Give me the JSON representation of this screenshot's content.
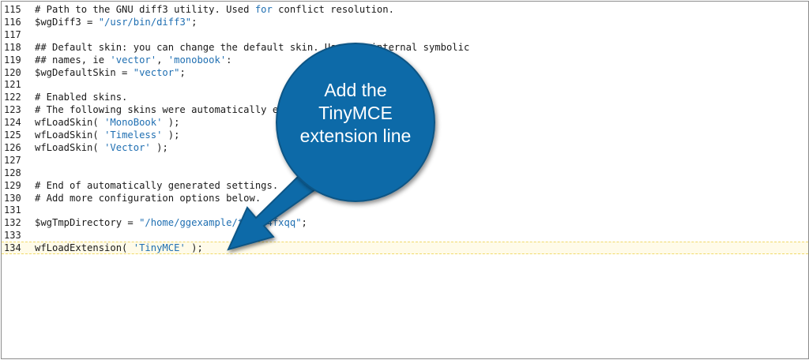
{
  "editor": {
    "lines": [
      {
        "num": "115",
        "parts": [
          {
            "t": "# Path to the GNU diff3 utility. Used "
          },
          {
            "t": "for",
            "c": "kw"
          },
          {
            "t": " conflict resolution."
          }
        ]
      },
      {
        "num": "116",
        "parts": [
          {
            "t": "$wgDiff3 = "
          },
          {
            "t": "\"/usr/bin/diff3\"",
            "c": "str"
          },
          {
            "t": ";"
          }
        ]
      },
      {
        "num": "117",
        "parts": []
      },
      {
        "num": "118",
        "parts": [
          {
            "t": "## Default skin: you can change the default skin. Use the internal symbolic"
          }
        ]
      },
      {
        "num": "119",
        "parts": [
          {
            "t": "## names, ie "
          },
          {
            "t": "'vector'",
            "c": "str"
          },
          {
            "t": ", "
          },
          {
            "t": "'monobook'",
            "c": "str"
          },
          {
            "t": ":"
          }
        ]
      },
      {
        "num": "120",
        "parts": [
          {
            "t": "$wgDefaultSkin = "
          },
          {
            "t": "\"vector\"",
            "c": "str"
          },
          {
            "t": ";"
          }
        ]
      },
      {
        "num": "121",
        "parts": []
      },
      {
        "num": "122",
        "parts": [
          {
            "t": "# Enabled skins."
          }
        ]
      },
      {
        "num": "123",
        "parts": [
          {
            "t": "# The following skins were automatically enabled:"
          }
        ]
      },
      {
        "num": "124",
        "parts": [
          {
            "t": "wfLoadSkin( "
          },
          {
            "t": "'MonoBook'",
            "c": "str"
          },
          {
            "t": " );"
          }
        ]
      },
      {
        "num": "125",
        "parts": [
          {
            "t": "wfLoadSkin( "
          },
          {
            "t": "'Timeless'",
            "c": "str"
          },
          {
            "t": " );"
          }
        ]
      },
      {
        "num": "126",
        "parts": [
          {
            "t": "wfLoadSkin( "
          },
          {
            "t": "'Vector'",
            "c": "str"
          },
          {
            "t": " );"
          }
        ]
      },
      {
        "num": "127",
        "parts": []
      },
      {
        "num": "128",
        "parts": []
      },
      {
        "num": "129",
        "parts": [
          {
            "t": "# End of automatically generated settings."
          }
        ]
      },
      {
        "num": "130",
        "parts": [
          {
            "t": "# Add more configuration options below."
          }
        ]
      },
      {
        "num": "131",
        "parts": []
      },
      {
        "num": "132",
        "parts": [
          {
            "t": "$wgTmpDirectory = "
          },
          {
            "t": "\"/home/ggexample/tmp_w4fxqq\"",
            "c": "str"
          },
          {
            "t": ";"
          }
        ]
      },
      {
        "num": "133",
        "parts": []
      },
      {
        "num": "134",
        "parts": [
          {
            "t": "wfLoadExtension( "
          },
          {
            "t": "'TinyMCE'",
            "c": "str"
          },
          {
            "t": " );"
          }
        ],
        "active": true
      }
    ]
  },
  "callout": {
    "text": "Add the TinyMCE extension line",
    "fill_color": "#0e6ba8",
    "stroke_color": "#0b5585"
  },
  "colors": {
    "string": "#1f6fb2",
    "active_line_bg": "#fffbe9",
    "active_line_border": "#f0d96a"
  }
}
